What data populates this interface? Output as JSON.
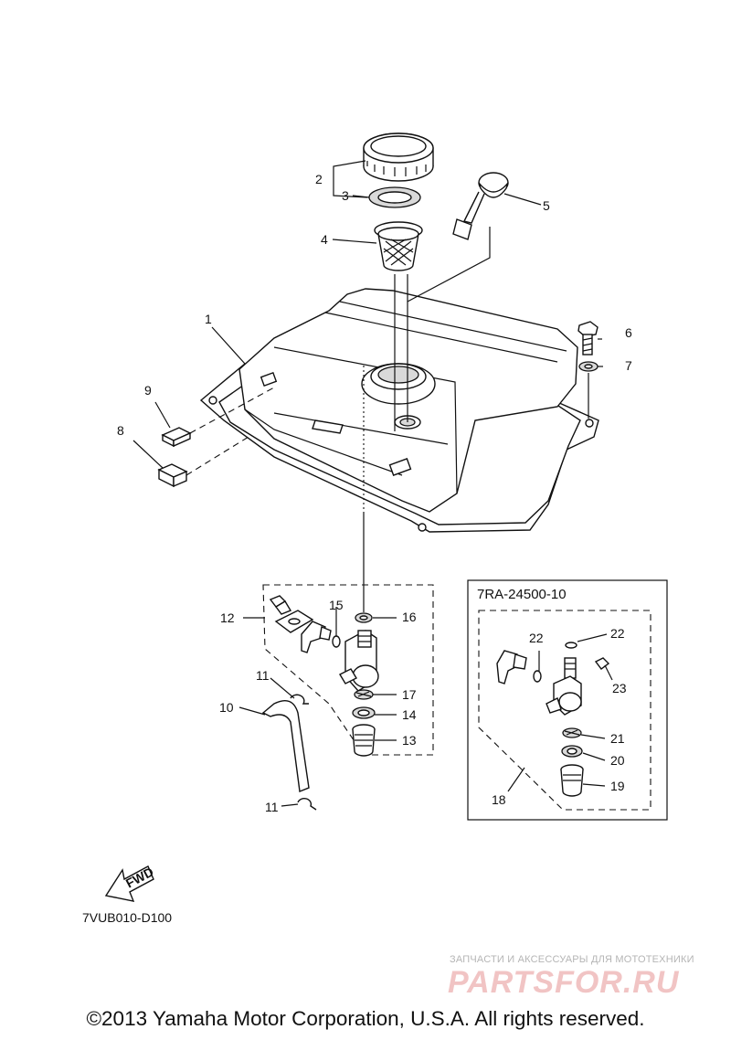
{
  "callouts": {
    "c1": "1",
    "c2": "2",
    "c3": "3",
    "c4": "4",
    "c5": "5",
    "c6": "6",
    "c7": "7",
    "c8": "8",
    "c9": "9",
    "c10": "10",
    "c11a": "11",
    "c11b": "11",
    "c12": "12",
    "c13": "13",
    "c14": "14",
    "c15": "15",
    "c16": "16",
    "c17": "17",
    "c18": "18",
    "c19": "19",
    "c20": "20",
    "c21": "21",
    "c22a": "22",
    "c22b": "22",
    "c23": "23"
  },
  "kit_label": "7RA-24500-10",
  "drawing_code": "7VUB010-D100",
  "fwd_label": "FWD",
  "watermark": {
    "line1": "ЗАПЧАСТИ И АКСЕССУАРЫ ДЛЯ МОТОТЕХНИКИ",
    "line2": "PARTSFOR.RU"
  },
  "copyright": "©2013 Yamaha Motor Corporation, U.S.A. All rights reserved."
}
